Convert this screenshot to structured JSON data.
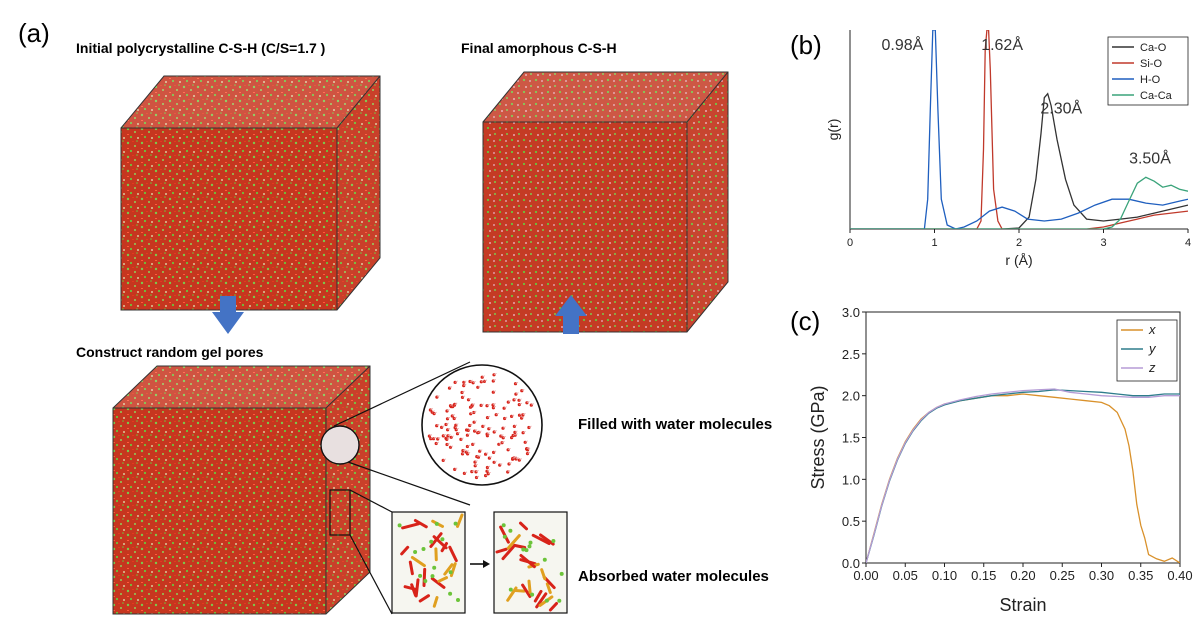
{
  "panel_a": {
    "label": "(a)",
    "initial_title": "Initial polycrystalline C-S-H (C/S=1.7 )",
    "final_title": "Final amorphous C-S-H",
    "construct_title": "Construct random gel pores",
    "filled_caption": "Filled with water molecules",
    "absorbed_caption": "Absorbed water molecules",
    "colors": {
      "atoms_red": "#d8231a",
      "atoms_green": "#6cc43a",
      "arrow_blue": "#4473c5"
    }
  },
  "panel_b": {
    "label": "(b)"
  },
  "panel_c": {
    "label": "(c)"
  },
  "chart_data": [
    {
      "id": "rdf",
      "type": "line",
      "xlabel": "r (Å)",
      "ylabel": "g(r)",
      "xlim": [
        0,
        4
      ],
      "xticks": [
        "0",
        "1",
        "2",
        "3",
        "4"
      ],
      "ylim": [
        0,
        1
      ],
      "legend_position": "top-right",
      "annotations": [
        {
          "text": "0.98Å",
          "x": 0.62,
          "y": 0.9
        },
        {
          "text": "1.62Å",
          "x": 1.8,
          "y": 0.9
        },
        {
          "text": "2.30Å",
          "x": 2.5,
          "y": 0.58
        },
        {
          "text": "3.50Å",
          "x": 3.55,
          "y": 0.33
        }
      ],
      "series": [
        {
          "name": "Ca-O",
          "color": "#333333",
          "x": [
            0,
            1.8,
            2.0,
            2.12,
            2.2,
            2.26,
            2.3,
            2.34,
            2.38,
            2.45,
            2.55,
            2.65,
            2.8,
            3.0,
            3.2,
            3.4,
            3.6,
            3.8,
            4.0
          ],
          "y": [
            0,
            0,
            0.005,
            0.06,
            0.25,
            0.48,
            0.66,
            0.68,
            0.62,
            0.45,
            0.25,
            0.12,
            0.05,
            0.04,
            0.05,
            0.06,
            0.08,
            0.1,
            0.12
          ]
        },
        {
          "name": "Si-O",
          "color": "#c0392b",
          "x": [
            0,
            1.5,
            1.55,
            1.58,
            1.6,
            1.62,
            1.64,
            1.66,
            1.7,
            1.75,
            1.8,
            1.9,
            2.1,
            2.4,
            2.8,
            3.0,
            3.2,
            3.4,
            3.6,
            3.8,
            4.0
          ],
          "y": [
            0,
            0,
            0.04,
            0.4,
            0.9,
            1.0,
            1.0,
            0.8,
            0.2,
            0.04,
            0.0,
            0.0,
            0.0,
            0.0,
            0.0,
            0.01,
            0.03,
            0.05,
            0.07,
            0.08,
            0.09
          ]
        },
        {
          "name": "H-O",
          "color": "#1f5fbf",
          "x": [
            0,
            0.88,
            0.92,
            0.95,
            0.98,
            1.01,
            1.04,
            1.08,
            1.15,
            1.25,
            1.35,
            1.5,
            1.65,
            1.8,
            1.95,
            2.1,
            2.3,
            2.5,
            2.7,
            2.9,
            3.1,
            3.3,
            3.5,
            3.7,
            3.9,
            4.0
          ],
          "y": [
            0,
            0,
            0.15,
            0.6,
            1.0,
            1.0,
            0.6,
            0.15,
            0.02,
            0.0,
            0.01,
            0.04,
            0.09,
            0.11,
            0.09,
            0.05,
            0.04,
            0.05,
            0.08,
            0.12,
            0.15,
            0.15,
            0.13,
            0.12,
            0.14,
            0.15
          ]
        },
        {
          "name": "Ca-Ca",
          "color": "#3aa37a",
          "x": [
            0,
            2.8,
            3.0,
            3.1,
            3.2,
            3.3,
            3.4,
            3.5,
            3.6,
            3.7,
            3.8,
            3.9,
            4.0
          ],
          "y": [
            0,
            0,
            0.0,
            0.01,
            0.05,
            0.14,
            0.23,
            0.26,
            0.24,
            0.21,
            0.22,
            0.2,
            0.19
          ]
        }
      ]
    },
    {
      "id": "stress_strain",
      "type": "line",
      "xlabel": "Strain",
      "ylabel": "Stress (GPa)",
      "xlim": [
        0.0,
        0.4
      ],
      "ylim": [
        0.0,
        3.0
      ],
      "xticks": [
        "0.00",
        "0.05",
        "0.10",
        "0.15",
        "0.20",
        "0.25",
        "0.30",
        "0.35",
        "0.40"
      ],
      "yticks": [
        "0.0",
        "0.5",
        "1.0",
        "1.5",
        "2.0",
        "2.5",
        "3.0"
      ],
      "legend_position": "top-right",
      "series": [
        {
          "name": "x",
          "color": "#d9912b",
          "x": [
            0,
            0.01,
            0.02,
            0.03,
            0.04,
            0.05,
            0.06,
            0.07,
            0.08,
            0.09,
            0.1,
            0.12,
            0.14,
            0.16,
            0.18,
            0.2,
            0.22,
            0.24,
            0.26,
            0.28,
            0.3,
            0.31,
            0.32,
            0.33,
            0.335,
            0.34,
            0.345,
            0.35,
            0.355,
            0.36,
            0.37,
            0.38,
            0.39,
            0.4
          ],
          "y": [
            0,
            0.35,
            0.7,
            1.0,
            1.25,
            1.45,
            1.6,
            1.72,
            1.8,
            1.86,
            1.9,
            1.94,
            1.97,
            2.0,
            2.0,
            2.02,
            2.0,
            1.98,
            1.96,
            1.94,
            1.92,
            1.88,
            1.8,
            1.6,
            1.4,
            1.1,
            0.7,
            0.45,
            0.3,
            0.1,
            0.05,
            0.02,
            0.06,
            0.0
          ]
        },
        {
          "name": "y",
          "color": "#2e7d8c",
          "x": [
            0,
            0.01,
            0.02,
            0.03,
            0.04,
            0.05,
            0.06,
            0.07,
            0.08,
            0.09,
            0.1,
            0.12,
            0.14,
            0.16,
            0.18,
            0.2,
            0.22,
            0.24,
            0.26,
            0.28,
            0.3,
            0.32,
            0.34,
            0.36,
            0.38,
            0.4
          ],
          "y": [
            0,
            0.33,
            0.68,
            0.98,
            1.23,
            1.43,
            1.58,
            1.7,
            1.79,
            1.85,
            1.89,
            1.94,
            1.97,
            2.0,
            2.02,
            2.04,
            2.05,
            2.07,
            2.06,
            2.05,
            2.04,
            2.02,
            2.0,
            2.0,
            2.02,
            2.02
          ]
        },
        {
          "name": "z",
          "color": "#b59cd6",
          "x": [
            0,
            0.01,
            0.02,
            0.03,
            0.04,
            0.05,
            0.06,
            0.07,
            0.08,
            0.09,
            0.1,
            0.12,
            0.14,
            0.16,
            0.18,
            0.2,
            0.22,
            0.24,
            0.26,
            0.28,
            0.3,
            0.32,
            0.34,
            0.36,
            0.38,
            0.4
          ],
          "y": [
            0,
            0.34,
            0.69,
            0.99,
            1.24,
            1.44,
            1.59,
            1.71,
            1.8,
            1.86,
            1.9,
            1.95,
            1.99,
            2.02,
            2.04,
            2.06,
            2.07,
            2.08,
            2.04,
            2.02,
            2.0,
            1.99,
            1.98,
            1.98,
            2.0,
            2.0
          ]
        }
      ]
    }
  ]
}
